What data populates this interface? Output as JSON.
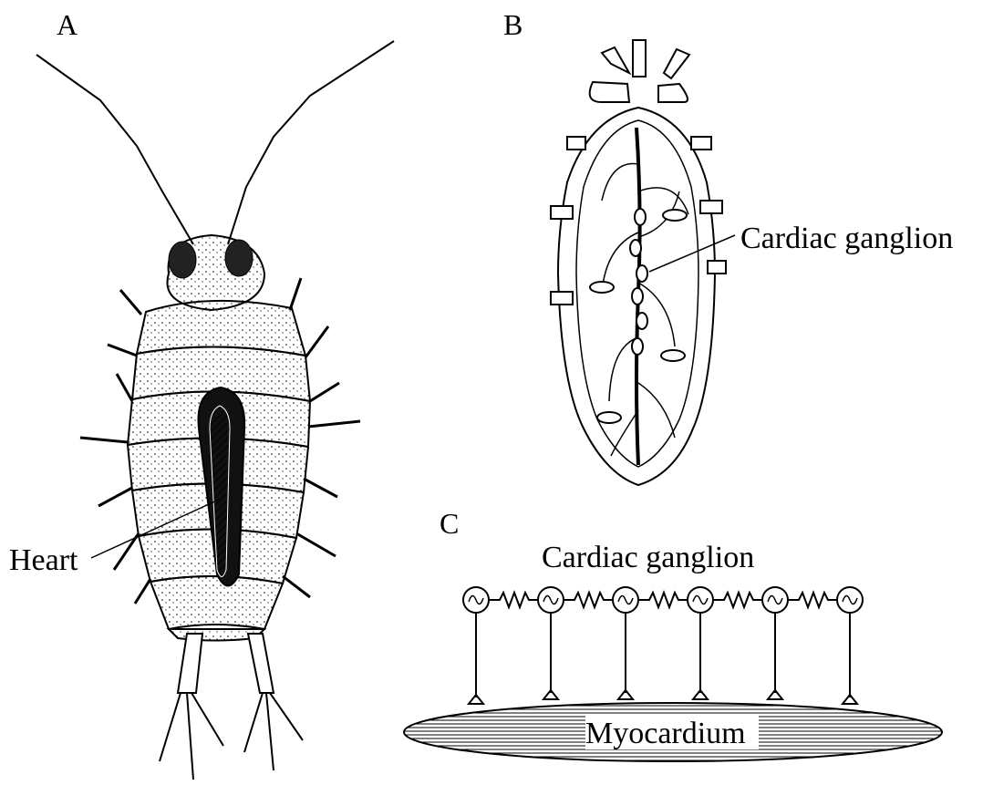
{
  "panels": {
    "a": {
      "letter": "A",
      "heart_label": "Heart"
    },
    "b": {
      "letter": "B",
      "ganglion_label": "Cardiac ganglion"
    },
    "c": {
      "letter": "C",
      "ganglion_label": "Cardiac ganglion",
      "muscle_label": "Myocardium"
    }
  },
  "colors": {
    "ink": "#000000",
    "paper": "#ffffff"
  }
}
